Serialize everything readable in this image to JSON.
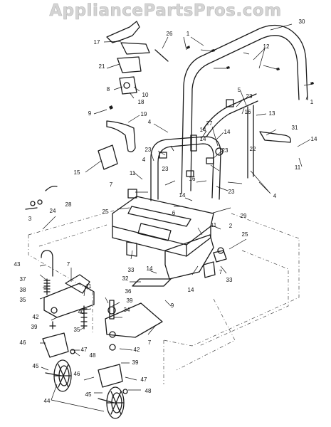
{
  "watermark": "AppliancePartsPros.com",
  "callouts": [
    {
      "id": "c30",
      "text": "30"
    },
    {
      "id": "c1",
      "text": "1"
    },
    {
      "id": "c12",
      "text": "12"
    },
    {
      "id": "c1b",
      "text": "1"
    },
    {
      "id": "c17",
      "text": "17"
    },
    {
      "id": "c26",
      "text": "26"
    },
    {
      "id": "c21",
      "text": "21"
    },
    {
      "id": "c8",
      "text": "8"
    },
    {
      "id": "c10",
      "text": "10"
    },
    {
      "id": "c18",
      "text": "18"
    },
    {
      "id": "c9",
      "text": "9"
    },
    {
      "id": "c19",
      "text": "19"
    },
    {
      "id": "c5",
      "text": "5"
    },
    {
      "id": "c23a",
      "text": "23"
    },
    {
      "id": "c16a",
      "text": "16"
    },
    {
      "id": "c13",
      "text": "13"
    },
    {
      "id": "c27",
      "text": "27"
    },
    {
      "id": "c14a",
      "text": "14"
    },
    {
      "id": "c14b",
      "text": "14"
    },
    {
      "id": "c14c",
      "text": "14"
    },
    {
      "id": "c31",
      "text": "31"
    },
    {
      "id": "c22",
      "text": "22"
    },
    {
      "id": "c14d",
      "text": "14"
    },
    {
      "id": "c11a",
      "text": "11"
    },
    {
      "id": "c4a",
      "text": "4"
    },
    {
      "id": "c15",
      "text": "15"
    },
    {
      "id": "c23b",
      "text": "23"
    },
    {
      "id": "c4b",
      "text": "4"
    },
    {
      "id": "c23c",
      "text": "23"
    },
    {
      "id": "c11b",
      "text": "11"
    },
    {
      "id": "c23d",
      "text": "23"
    },
    {
      "id": "c7a",
      "text": "7"
    },
    {
      "id": "c16b",
      "text": "16"
    },
    {
      "id": "c14e",
      "text": "14"
    },
    {
      "id": "c4c",
      "text": "4"
    },
    {
      "id": "c23e",
      "text": "23"
    },
    {
      "id": "c25a",
      "text": "25"
    },
    {
      "id": "c6",
      "text": "6"
    },
    {
      "id": "c11c",
      "text": "11"
    },
    {
      "id": "c29",
      "text": "29"
    },
    {
      "id": "c28",
      "text": "28"
    },
    {
      "id": "c24",
      "text": "24"
    },
    {
      "id": "c3",
      "text": "3"
    },
    {
      "id": "c2",
      "text": "2"
    },
    {
      "id": "c25b",
      "text": "25"
    },
    {
      "id": "c33a",
      "text": "33"
    },
    {
      "id": "c43",
      "text": "43"
    },
    {
      "id": "c37",
      "text": "37"
    },
    {
      "id": "c38",
      "text": "38"
    },
    {
      "id": "c35a",
      "text": "35"
    },
    {
      "id": "c7b",
      "text": "7"
    },
    {
      "id": "c41",
      "text": "41"
    },
    {
      "id": "c14f",
      "text": "14"
    },
    {
      "id": "c32",
      "text": "32"
    },
    {
      "id": "c33b",
      "text": "33"
    },
    {
      "id": "c7c",
      "text": "7"
    },
    {
      "id": "c14g",
      "text": "14"
    },
    {
      "id": "c36",
      "text": "36"
    },
    {
      "id": "c39a",
      "text": "39"
    },
    {
      "id": "c40",
      "text": "40"
    },
    {
      "id": "c9b",
      "text": "9"
    },
    {
      "id": "c42a",
      "text": "42"
    },
    {
      "id": "c34",
      "text": "34"
    },
    {
      "id": "c39b",
      "text": "39"
    },
    {
      "id": "c35b",
      "text": "35"
    },
    {
      "id": "c7d",
      "text": "7"
    },
    {
      "id": "c46",
      "text": "46"
    },
    {
      "id": "c47a",
      "text": "47"
    },
    {
      "id": "c48a",
      "text": "48"
    },
    {
      "id": "c42b",
      "text": "42"
    },
    {
      "id": "c39c",
      "text": "39"
    },
    {
      "id": "c45a",
      "text": "45"
    },
    {
      "id": "c46b",
      "text": "46"
    },
    {
      "id": "c47b",
      "text": "47"
    },
    {
      "id": "c45b",
      "text": "45"
    },
    {
      "id": "c48b",
      "text": "48"
    },
    {
      "id": "c44",
      "text": "44"
    }
  ]
}
